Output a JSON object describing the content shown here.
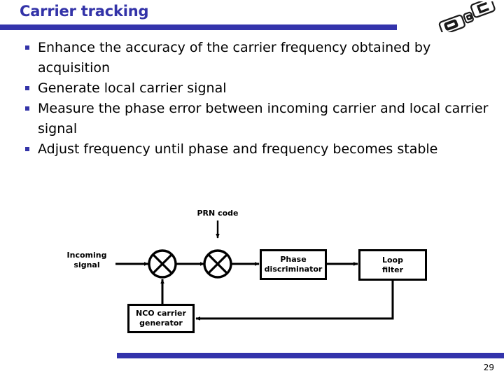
{
  "slide": {
    "title": "Carrier tracking",
    "page_number": "29",
    "accent_color": "#3333ab",
    "title_color": "#3333a8",
    "logo_icon": "dgc-logo-icon"
  },
  "bullets": [
    {
      "marker": "square-bullet-icon",
      "text": "Enhance the accuracy of the carrier frequency obtained by acquisition"
    },
    {
      "marker": "square-bullet-icon",
      "text": "Generate local carrier signal"
    },
    {
      "marker": "square-bullet-icon",
      "text": "Measure the phase error between incoming carrier and local carrier signal"
    },
    {
      "marker": "square-bullet-icon",
      "text": "Adjust frequency until phase and frequency becomes stable"
    }
  ],
  "diagram": {
    "name": "carrier-tracking-loop-block-diagram",
    "labels": {
      "incoming_signal": "Incoming\nsignal",
      "prn_code": "PRN code"
    },
    "blocks": [
      {
        "id": "phase-discriminator",
        "label": "Phase\ndiscriminator"
      },
      {
        "id": "loop-filter",
        "label": "Loop\nfilter"
      },
      {
        "id": "nco-carrier-generator",
        "label": "NCO carrier\ngenerator"
      }
    ],
    "mixers": [
      {
        "id": "mixer-1",
        "symbol": "cross-multiplier-icon"
      },
      {
        "id": "mixer-2",
        "symbol": "cross-multiplier-icon"
      }
    ]
  }
}
